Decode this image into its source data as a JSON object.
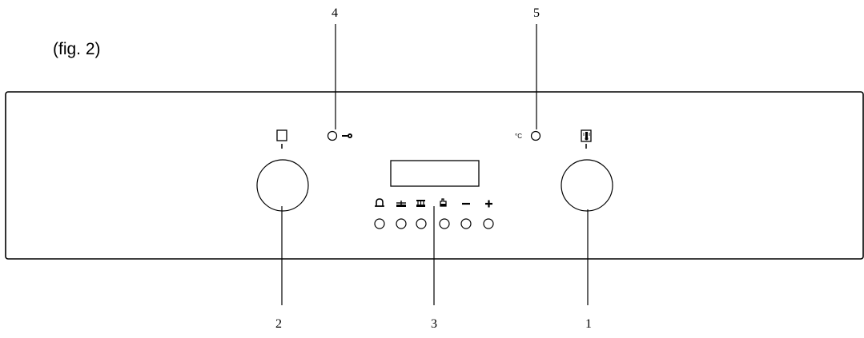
{
  "figure": {
    "caption": "(fig. 2)"
  },
  "callouts": {
    "c1": "1",
    "c2": "2",
    "c3": "3",
    "c4": "4",
    "c5": "5"
  },
  "panel": {
    "temp_unit": "°C",
    "knob_left_icon": "square-function-icon",
    "knob_right_icon": "thermometer-icon",
    "lock_icon": "key-lock-icon",
    "buttons": [
      {
        "icon": "bell-icon"
      },
      {
        "icon": "oven-tray-icon"
      },
      {
        "icon": "oven-tray-double-icon"
      },
      {
        "icon": "hand-icon"
      },
      {
        "icon": "minus-icon"
      },
      {
        "icon": "plus-icon"
      }
    ],
    "colors": {
      "line": "#000000",
      "background": "#ffffff"
    }
  }
}
